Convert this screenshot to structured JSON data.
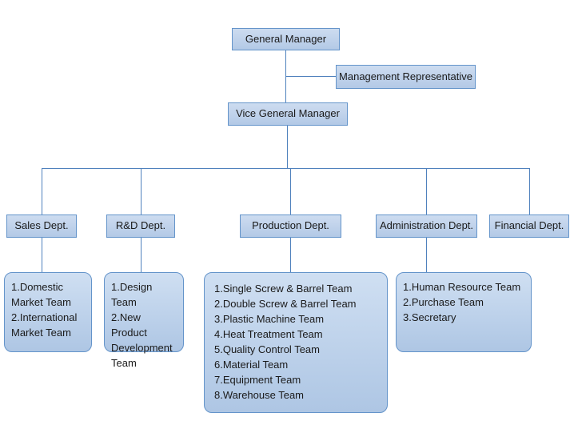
{
  "colors": {
    "box_fill_top": "#cddcf0",
    "box_fill_bottom": "#b3c9e6",
    "box_border": "#6494ca",
    "connector_line": "#4f81bd",
    "text": "#1a1a1a",
    "background": "#ffffff"
  },
  "nodes": {
    "general_manager": "General Manager",
    "management_representative": "Management Representative",
    "vice_general_manager": "Vice General Manager"
  },
  "departments": [
    {
      "label": "Sales Dept."
    },
    {
      "label": "R&D Dept."
    },
    {
      "label": "Production Dept."
    },
    {
      "label": "Administration Dept."
    },
    {
      "label": "Financial Dept."
    }
  ],
  "teams": {
    "sales": [
      "1.Domestic Market Team",
      "2.International Market Team"
    ],
    "rnd": [
      "1.Design  Team",
      "2.New  Product Development Team"
    ],
    "production": [
      "1.Single Screw & Barrel Team",
      "2.Double Screw & Barrel Team",
      "3.Plastic Machine Team",
      "4.Heat Treatment Team",
      "5.Quality Control Team",
      "6.Material Team",
      "7.Equipment Team",
      "8.Warehouse Team"
    ],
    "administration": [
      "1.Human Resource Team",
      "2.Purchase Team",
      "3.Secretary"
    ]
  }
}
